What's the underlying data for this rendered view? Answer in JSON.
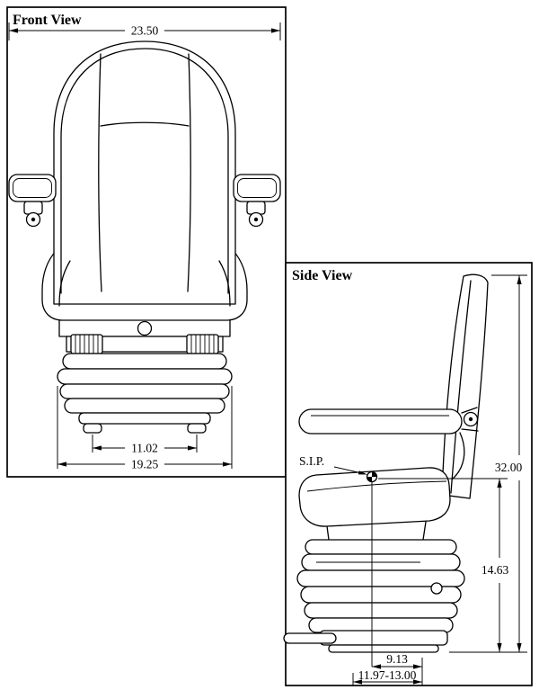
{
  "drawing": {
    "background": "#ffffff",
    "line_color": "#000000"
  },
  "front_view": {
    "title": "Front View",
    "dims": {
      "overall_width": "23.50",
      "mount_width": "11.02",
      "base_width": "19.25"
    }
  },
  "side_view": {
    "title": "Side View",
    "sip_label": "S.I.P.",
    "dims": {
      "overall_height": "32.00",
      "sip_height": "14.63",
      "sip_offset": "9.13",
      "base_depth": "11.97-13.00"
    }
  }
}
